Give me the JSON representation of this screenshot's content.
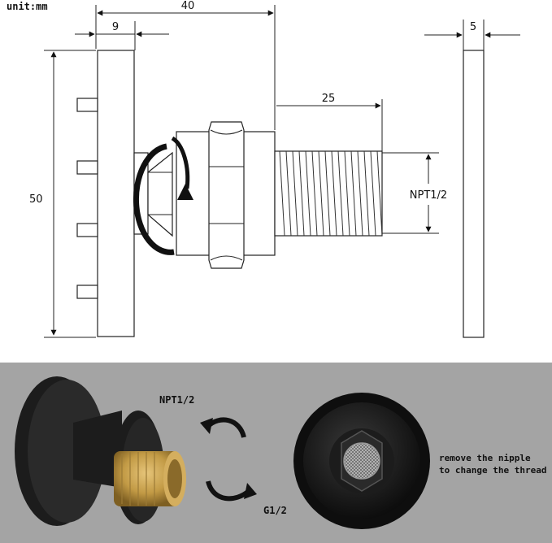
{
  "drawing": {
    "unit_label": "unit:mm",
    "dimensions": {
      "total_length": "40",
      "flange_thickness": "9",
      "height": "50",
      "thread_length": "25",
      "thread_type": "NPT1/2",
      "plate_thickness": "5"
    }
  },
  "photos": {
    "label_top": "NPT1/2",
    "label_bottom": "G1/2",
    "note_line_1": "remove the nipple",
    "note_line_2": "to change the thread"
  },
  "colors": {
    "panel_bg": "#a4a4a4",
    "brass": "#c29a45",
    "black_metal": "#1c1c1c"
  }
}
